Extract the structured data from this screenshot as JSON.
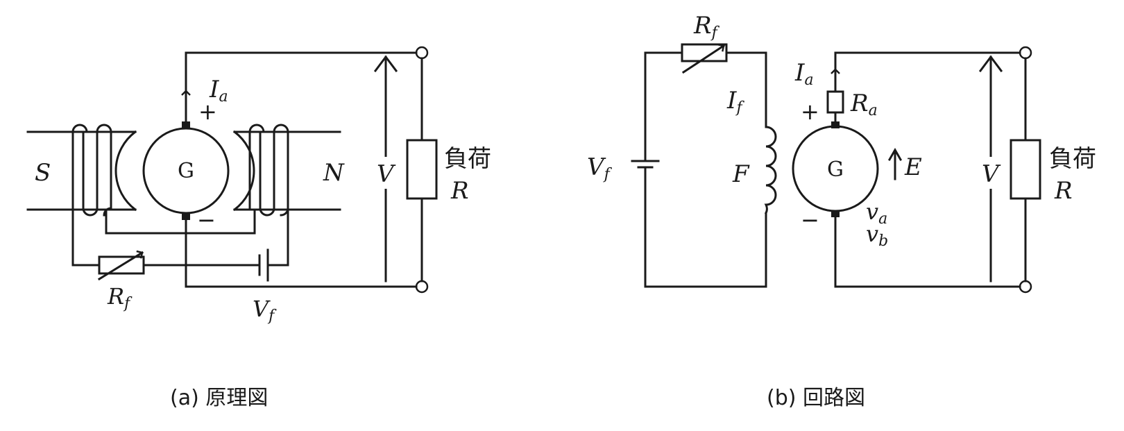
{
  "figure_a": {
    "caption": "(a) 原理図",
    "pole_s": "S",
    "pole_n": "N",
    "generator": "G",
    "current": "I",
    "current_sub": "a",
    "plus": "+",
    "minus": "−",
    "voltage": "V",
    "load": "負荷",
    "load_r": "R",
    "rheostat": "R",
    "rheostat_sub": "f",
    "field_source": "V",
    "field_source_sub": "f"
  },
  "figure_b": {
    "caption": "(b) 回路図",
    "rheostat": "R",
    "rheostat_sub": "f",
    "field_current": "I",
    "field_current_sub": "f",
    "field_coil": "F",
    "field_source": "V",
    "field_source_sub": "f",
    "current": "I",
    "current_sub": "a",
    "armature_r": "R",
    "armature_r_sub": "a",
    "plus": "+",
    "minus": "−",
    "generator": "G",
    "emf": "E",
    "va": "v",
    "va_sub": "a",
    "vb": "v",
    "vb_sub": "b",
    "voltage": "V",
    "load": "負荷",
    "load_r": "R"
  }
}
